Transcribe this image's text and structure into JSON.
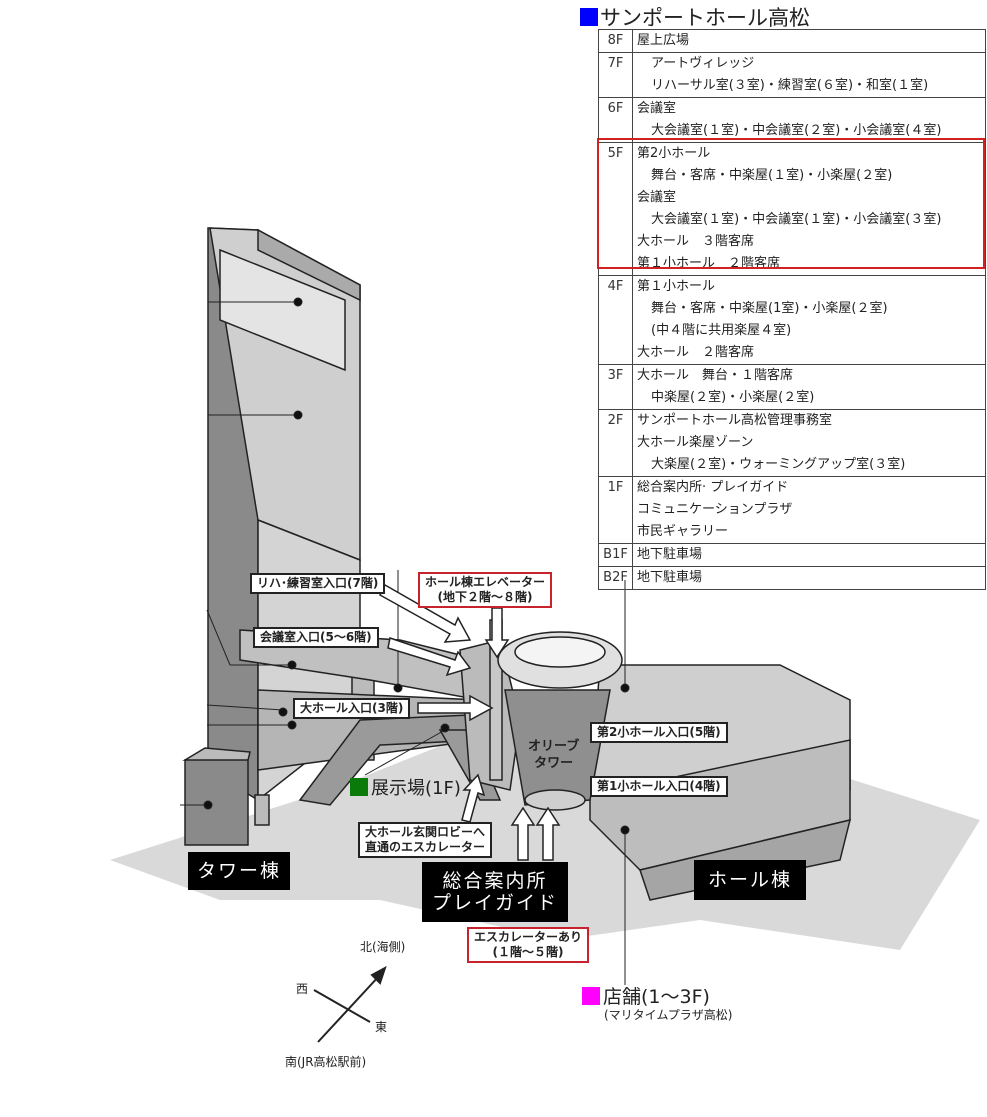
{
  "title": {
    "text": "サンポートホール高松",
    "marker_color": "#0000ff"
  },
  "floors": [
    {
      "floor": "8F",
      "lines": [
        {
          "text": "屋上広場",
          "indent": false
        }
      ]
    },
    {
      "floor": "7F",
      "lines": [
        {
          "text": "アートヴィレッジ",
          "indent": true
        },
        {
          "text": "リハーサル室(３室)・練習室(６室)・和室(１室)",
          "indent": true
        }
      ]
    },
    {
      "floor": "6F",
      "lines": [
        {
          "text": "会議室",
          "indent": false
        },
        {
          "text": "大会議室(１室)・中会議室(２室)・小会議室(４室)",
          "indent": true
        }
      ]
    },
    {
      "floor": "5F",
      "lines": [
        {
          "text": "第2小ホール",
          "indent": false
        },
        {
          "text": "舞台・客席・中楽屋(１室)・小楽屋(２室)",
          "indent": true
        },
        {
          "text": "会議室",
          "indent": false
        },
        {
          "text": "大会議室(１室)・中会議室(１室)・小会議室(３室)",
          "indent": true
        },
        {
          "text": "大ホール　３階客席",
          "indent": false
        },
        {
          "text": "第１小ホール　２階客席",
          "indent": false
        }
      ]
    },
    {
      "floor": "4F",
      "lines": [
        {
          "text": "第１小ホール",
          "indent": false
        },
        {
          "text": "舞台・客席・中楽屋(1室)・小楽屋(２室)",
          "indent": true
        },
        {
          "text": "(中４階に共用楽屋４室)",
          "indent": true
        },
        {
          "text": "大ホール　２階客席",
          "indent": false
        }
      ]
    },
    {
      "floor": "3F",
      "lines": [
        {
          "text": "大ホール　舞台・１階客席",
          "indent": false
        },
        {
          "text": "中楽屋(２室)・小楽屋(２室)",
          "indent": true
        }
      ]
    },
    {
      "floor": "2F",
      "lines": [
        {
          "text": "サンポートホール高松管理事務室",
          "indent": false
        },
        {
          "text": "大ホール楽屋ゾーン",
          "indent": false
        },
        {
          "text": "大楽屋(２室)・ウォーミングアップ室(３室)",
          "indent": true
        }
      ]
    },
    {
      "floor": "1F",
      "lines": [
        {
          "text": "総合案内所· プレイガイド",
          "indent": false
        },
        {
          "text": "コミュニケーションプラザ",
          "indent": false
        },
        {
          "text": "市民ギャラリー",
          "indent": false
        }
      ]
    },
    {
      "floor": "B1F",
      "lines": [
        {
          "text": "地下駐車場",
          "indent": false
        }
      ]
    },
    {
      "floor": "B2F",
      "lines": [
        {
          "text": "地下駐車場",
          "indent": false
        }
      ]
    }
  ],
  "highlight_color": "#d32020",
  "labels": {
    "reha": "リハ･練習室入口(7階)",
    "kaigi": "会議室入口(5〜6階)",
    "daihall": "大ホール入口(3階)",
    "elevator_1": "ホール棟エレベーター",
    "elevator_2": "(地下２階〜８階)",
    "hall2": "第2小ホール入口(5階)",
    "hall1": "第1小ホール入口(4階)",
    "olive_1": "オリーブ",
    "olive_2": "タワー",
    "exhibit": "展示場(1F)",
    "escalator_lobby_1": "大ホール玄関ロビーへ",
    "escalator_lobby_2": "直通のエスカレーター",
    "info_1": "総合案内所",
    "info_2": "プレイガイド",
    "tower": "タワー棟",
    "hall_bldg": "ホール棟",
    "escalator_1": "エスカレーターあり",
    "escalator_2": "(１階〜５階)",
    "shop": "店舗(1〜3F)",
    "shop_sub": "(マリタイムプラザ高松)"
  },
  "colors": {
    "exhibit": "#0a7a0a",
    "shop": "#ff00ff"
  },
  "compass": {
    "north": "北(海側)",
    "west": "西",
    "east": "東",
    "south": "南(JR高松駅前)"
  }
}
